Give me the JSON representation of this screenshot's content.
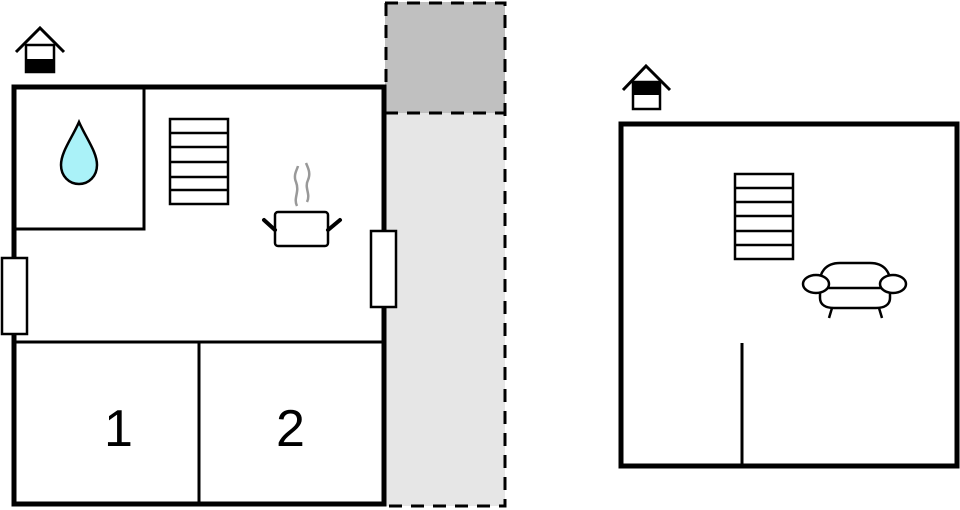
{
  "diagram": {
    "type": "floor_plan",
    "colors": {
      "wall": "#000000",
      "background": "#ffffff",
      "terrace_dark": "#c0c0c0",
      "terrace_light": "#e6e6e6",
      "water_drop": "#aaf2f8",
      "steam": "#999999"
    },
    "floors": [
      {
        "id": "ground-floor",
        "level_icon": "house-level-ground-icon",
        "rooms": [
          {
            "id": "bathroom",
            "icon": "water-drop-icon"
          },
          {
            "id": "kitchen-living",
            "icons": [
              "stairs-icon",
              "cooking-pot-icon"
            ]
          },
          {
            "id": "bedroom-1",
            "label": "1"
          },
          {
            "id": "bedroom-2",
            "label": "2"
          }
        ],
        "doors": [
          "left-wall-door",
          "right-wall-door"
        ],
        "outdoor": [
          "covered-terrace",
          "terrace"
        ]
      },
      {
        "id": "upper-floor",
        "level_icon": "house-level-upper-icon",
        "rooms": [
          {
            "id": "open-room",
            "icons": [
              "stairs-icon",
              "sofa-icon"
            ]
          }
        ]
      }
    ]
  }
}
